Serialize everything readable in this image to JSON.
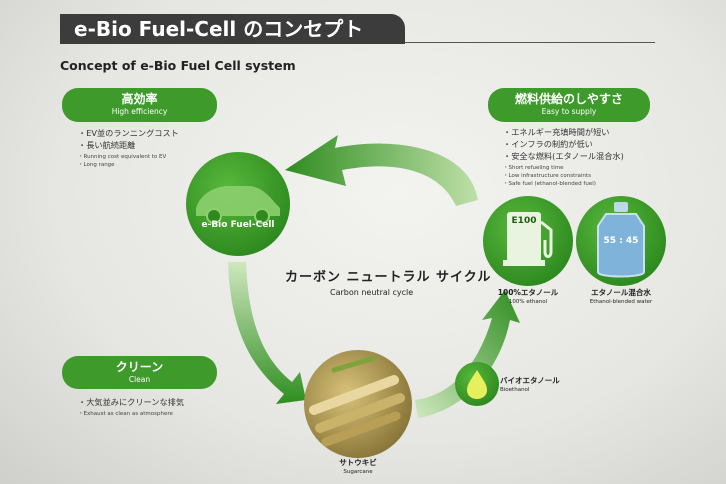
{
  "header": {
    "title": "e-Bio Fuel-Cell のコンセプト",
    "subtitle": "Concept of e-Bio Fuel Cell system"
  },
  "high_efficiency": {
    "title_jp": "高効率",
    "title_en": "High efficiency",
    "items_jp": [
      "・EV並のランニングコスト",
      "・長い航続距離"
    ],
    "items_en": [
      "・Running cost equivalent to EV",
      "・Long range"
    ]
  },
  "easy_supply": {
    "title_jp": "燃料供給のしやすさ",
    "title_en": "Easy to supply",
    "items_jp": [
      "・エネルギー充填時間が短い",
      "・インフラの制約が低い",
      "・安全な燃料(エタノール混合水)"
    ],
    "items_en": [
      "・Short refueling time",
      "・Low infrastructure constraints",
      "・Safe fuel (ethanol-blended fuel)"
    ]
  },
  "clean": {
    "title_jp": "クリーン",
    "title_en": "Clean",
    "items_jp": [
      "・大気並みにクリーンな排気"
    ],
    "items_en": [
      "・Exhaust as clean as atmosphere"
    ]
  },
  "car": {
    "label": "e-Bio Fuel-Cell"
  },
  "cycle": {
    "title_jp": "カーボン ニュートラル サイクル",
    "title_en": "Carbon neutral cycle"
  },
  "ethanol": {
    "pump_text": "E100",
    "label_jp": "100%エタノール",
    "label_en": "100% ethanol"
  },
  "blended": {
    "ratio_text": "55 : 45",
    "label_jp": "エタノール混合水",
    "label_en": "Ethanol-blended water"
  },
  "bioethanol": {
    "label_jp": "バイオエタノール",
    "label_en": "Bioethanol"
  },
  "sugarcane": {
    "label_jp": "サトウキビ",
    "label_en": "Sugarcane"
  },
  "colors": {
    "green": "#3f9a2c",
    "dark_green": "#2e8a1f",
    "header_bg": "#3c3c3c"
  }
}
